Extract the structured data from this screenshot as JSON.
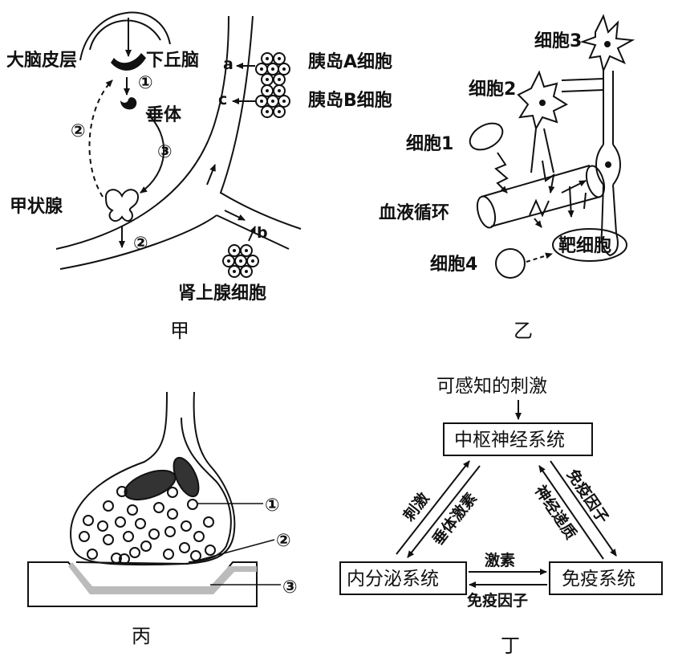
{
  "panel_a": {
    "caption": "甲",
    "cortex": "大脑皮层",
    "hypothalamus": "下丘脑",
    "pituitary": "垂体",
    "thyroid": "甲状腺",
    "islet_a": "胰岛A细胞",
    "islet_b": "胰岛B细胞",
    "adrenal": "肾上腺细胞",
    "n1": "①",
    "n2": "②",
    "n3": "③",
    "n2b": "②",
    "a": "a",
    "b": "b",
    "c": "c"
  },
  "panel_b": {
    "caption": "乙",
    "cell1": "细胞1",
    "cell2": "细胞2",
    "cell3": "细胞3",
    "cell4": "细胞4",
    "blood": "血液循环",
    "target": "靶细胞"
  },
  "panel_c": {
    "caption": "丙",
    "n1": "①",
    "n2": "②",
    "n3": "③"
  },
  "panel_d": {
    "caption": "丁",
    "stimulus": "可感知的刺激",
    "cns": "中枢神经系统",
    "endocrine": "内分泌系统",
    "immune": "免疫系统",
    "stim": "刺激",
    "pit_hormone": "垂体激素",
    "immune_factor_up": "免疫因子",
    "neurotransmitter": "神经递质",
    "hormone": "激素",
    "immune_factor_bottom": "免疫因子"
  }
}
